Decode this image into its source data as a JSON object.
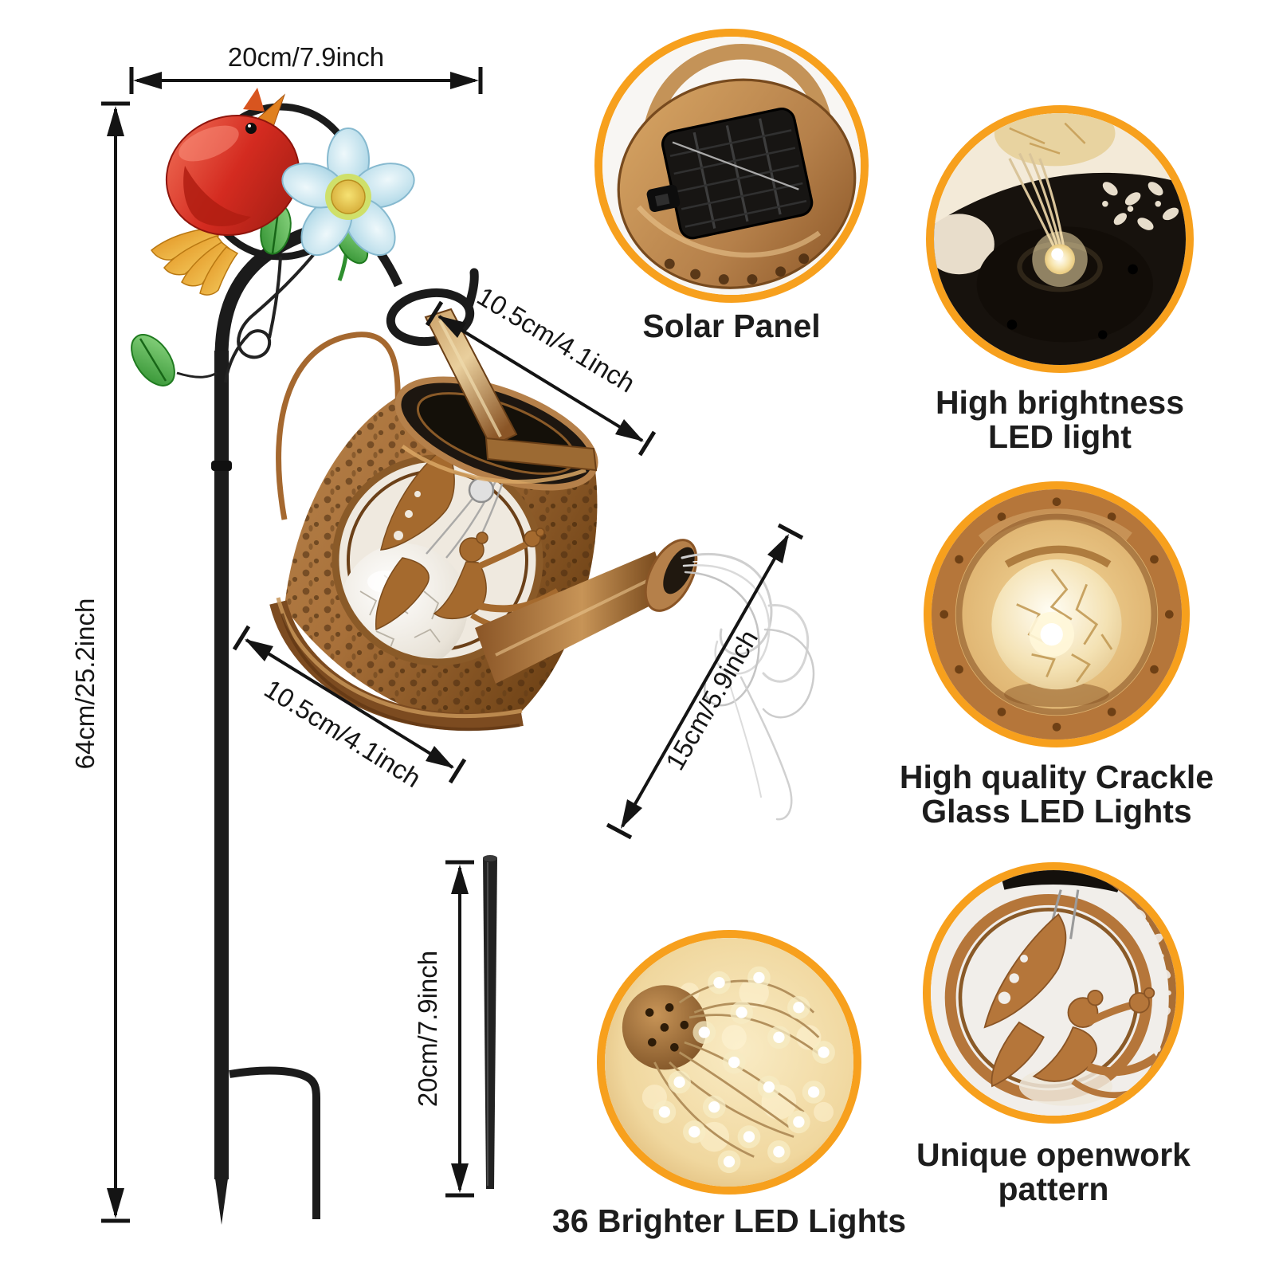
{
  "page": {
    "background": "#ffffff"
  },
  "accent_color": "#F7A01D",
  "dimensions": {
    "top_width": "20cm/7.9inch",
    "hanger_length": "10.5cm/4.1inch",
    "total_height": "64cm/25.2inch",
    "can_diameter": "10.5cm/4.1inch",
    "water_stream_length": "15cm/5.9inch",
    "extension_stake_length": "20cm/7.9inch"
  },
  "features": [
    {
      "id": "solar-panel",
      "line1": "Solar Panel",
      "line2": ""
    },
    {
      "id": "high-brightness-led",
      "line1": "High brightness",
      "line2": "LED light"
    },
    {
      "id": "crackle-glass",
      "line1": "High quality Crackle",
      "line2": "Glass LED Lights"
    },
    {
      "id": "unique-openwork",
      "line1": "Unique openwork",
      "line2": "pattern"
    },
    {
      "id": "led-36",
      "line1": "36 Brighter LED Lights",
      "line2": ""
    }
  ],
  "colors": {
    "copper": "#A9713A",
    "stake_black": "#1C1C1C",
    "text": "#1A1A1A",
    "leaf_green": "#3FA33F",
    "bird_red": "#D42B20",
    "flower_blue": "#A7D5E3",
    "water_gray": "#CFCFCF"
  }
}
